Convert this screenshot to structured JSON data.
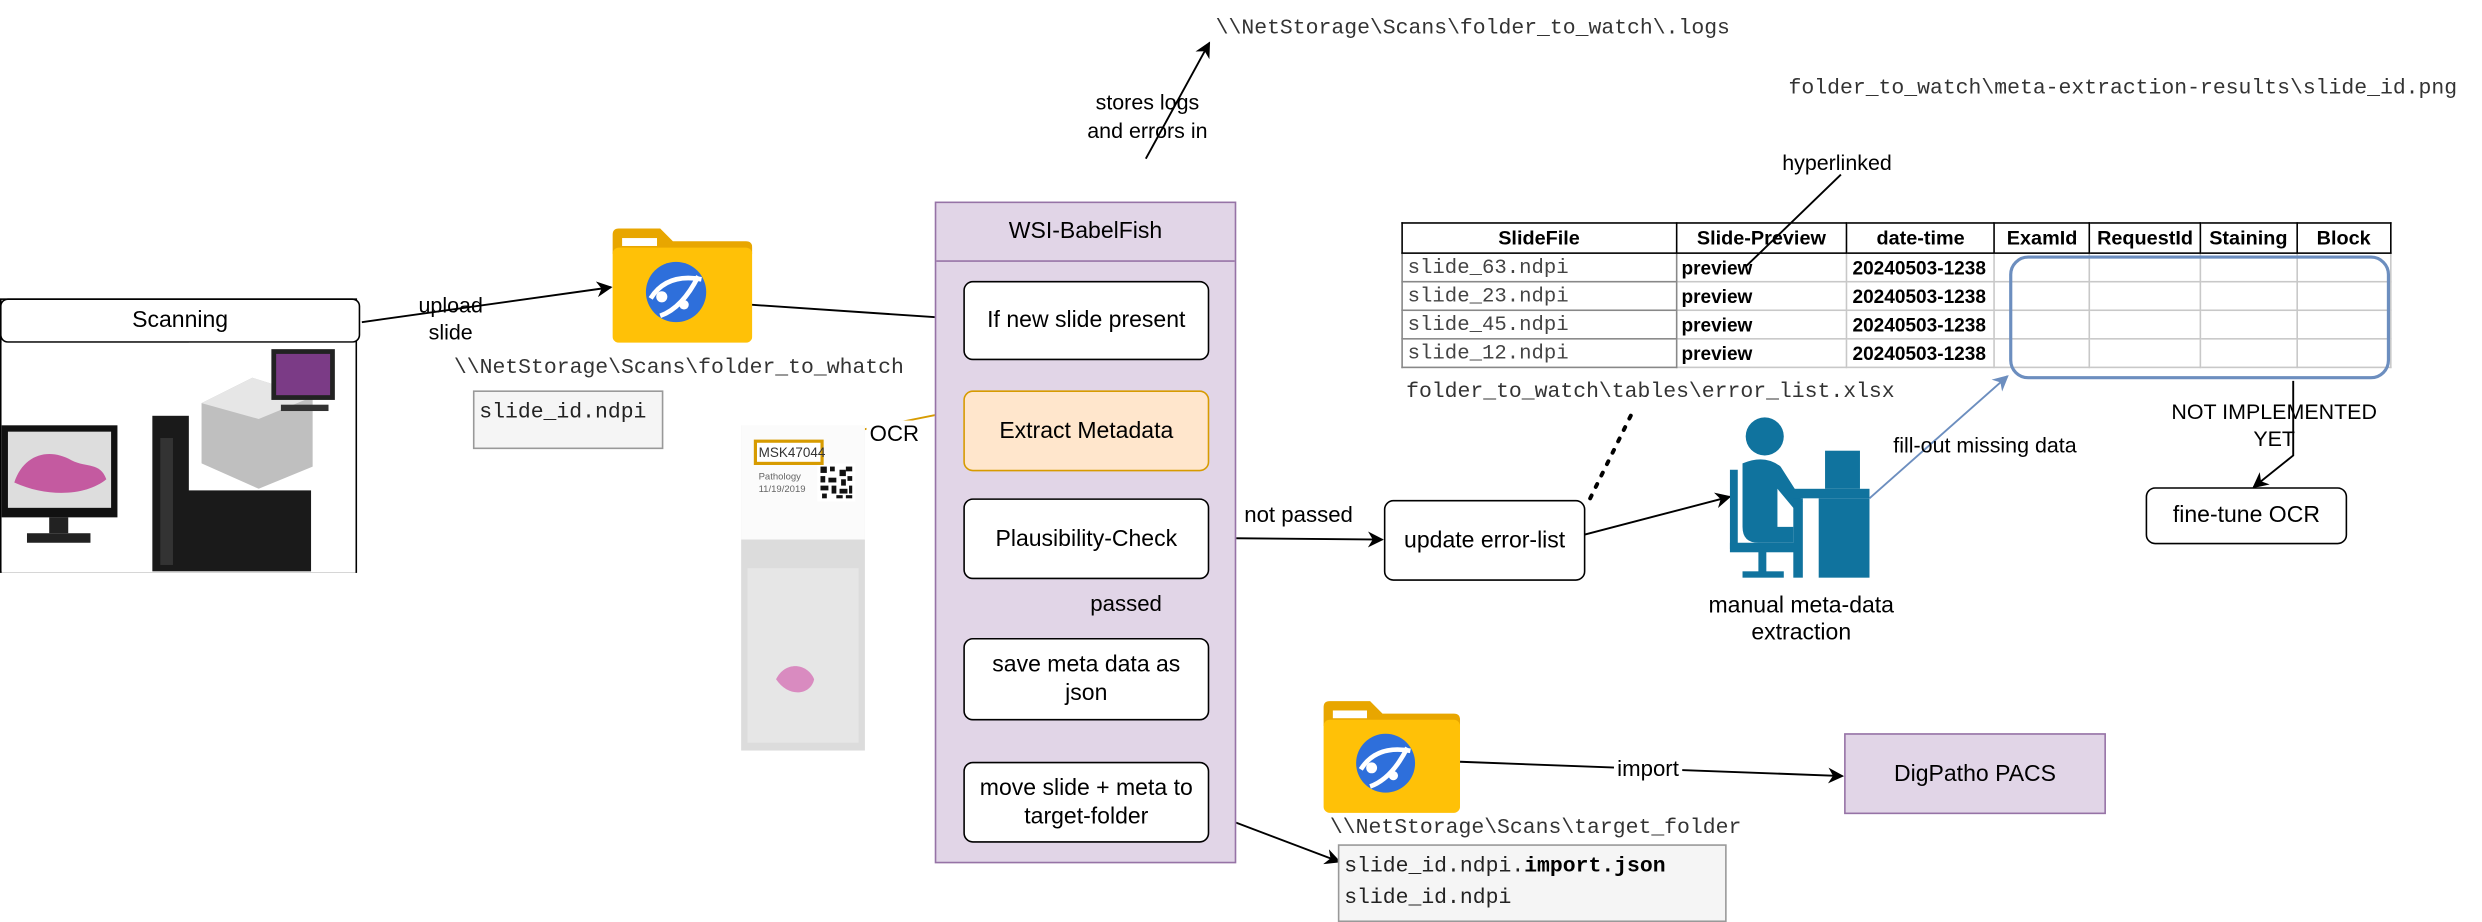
{
  "paths": {
    "logs": "\\\\NetStorage\\Scans\\folder_to_watch\\.logs",
    "png": "folder_to_watch\\meta-extraction-results\\slide_id.png",
    "watch": "\\\\NetStorage\\Scans\\folder_to_whatch",
    "error_list": "folder_to_watch\\tables\\error_list.xlsx",
    "target": "\\\\NetStorage\\Scans\\target_folder"
  },
  "nodes": {
    "scanning": "Scanning",
    "babelfish_title": "WSI-BabelFish",
    "new_slide": "If new slide present",
    "extract": "Extract Metadata",
    "plausibility": "Plausibility-Check",
    "save_json": "save meta data as json",
    "move_slide": "move slide + meta to target-folder",
    "update_error": "update error-list",
    "manual": "manual meta-data extraction",
    "not_implemented": "NOT IMPLEMENTED YET",
    "finetune": "fine-tune OCR",
    "pacs": "DigPatho PACS"
  },
  "edge_labels": {
    "upload": "upload slide",
    "stores": "stores logs and errors in",
    "hyperlinked": "hyperlinked",
    "ocr": "OCR",
    "not_passed": "not passed",
    "passed": "passed",
    "fillout": "fill-out missing data",
    "import": "import"
  },
  "files": {
    "watch_file": "slide_id.ndpi",
    "target_prefix": "slide_id.ndpi.",
    "target_bold": "import.json",
    "target_file2": "slide_id.ndpi"
  },
  "slide_label": {
    "id": "MSK47044",
    "line2": "Pathology",
    "line3": "11/19/2019"
  },
  "table": {
    "headers": [
      "SlideFile",
      "Slide-Preview",
      "date-time",
      "ExamId",
      "RequestId",
      "Staining",
      "Block"
    ],
    "rows": [
      {
        "file": "slide_63.ndpi",
        "preview": "preview",
        "datetime": "20240503-1238"
      },
      {
        "file": "slide_23.ndpi",
        "preview": "preview",
        "datetime": "20240503-1238"
      },
      {
        "file": "slide_45.ndpi",
        "preview": "preview",
        "datetime": "20240503-1238"
      },
      {
        "file": "slide_12.ndpi",
        "preview": "preview",
        "datetime": "20240503-1238"
      }
    ]
  },
  "colors": {
    "babelfish_fill": "#e1d5e7",
    "babelfish_stroke": "#9673a6",
    "extract_fill": "#ffe6cc",
    "extract_stroke": "#d79b00",
    "ocr_arrow": "#d79b00",
    "person": "#10739e",
    "highlight": "#6c8ebf",
    "folder": "#ffc107"
  }
}
